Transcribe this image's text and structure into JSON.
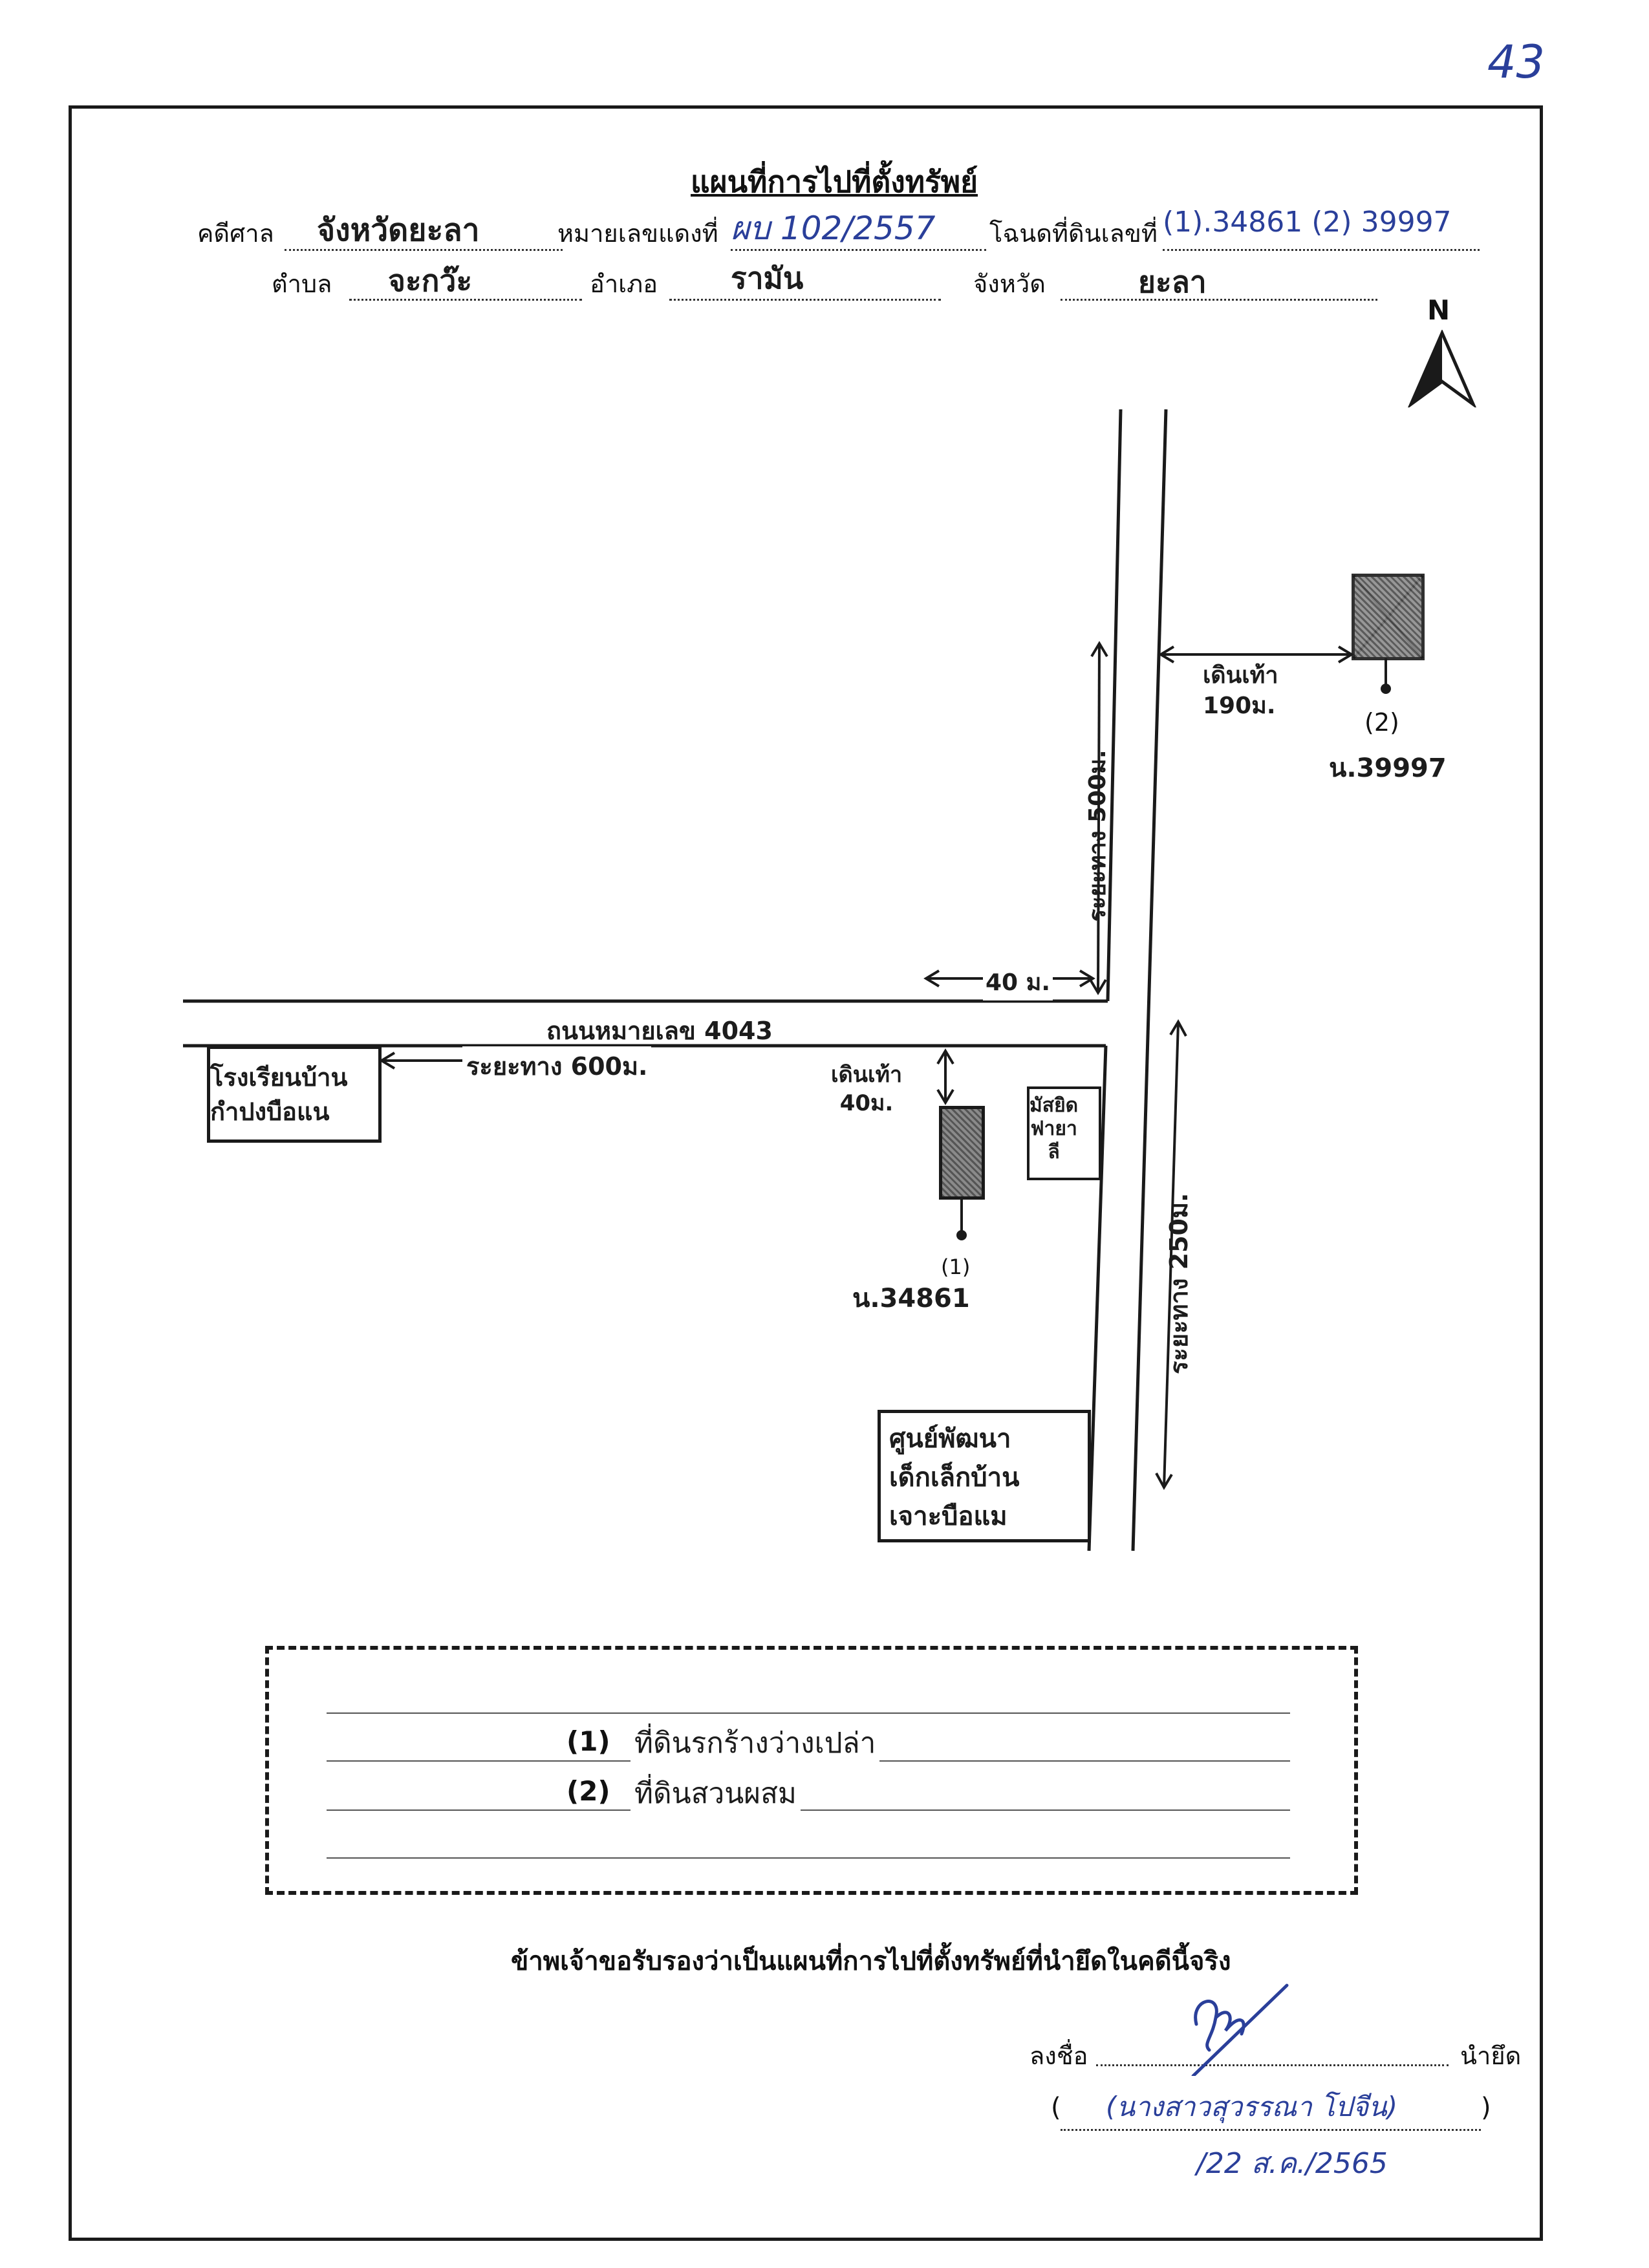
{
  "page_number": "43",
  "title": "แผนที่การไปที่ตั้งทรัพย์",
  "header": {
    "court_label": "คดีศาล",
    "court_value": "จังหวัดยะลา",
    "case_no_label": "หมายเลขแดงที่",
    "case_no_value": "ผบ 102/2557",
    "deed_label": "โฉนดที่ดินเลขที่",
    "deed_value": "(1).34861 (2) 39997",
    "subdistrict_label": "ตำบล",
    "subdistrict_value": "จะกว๊ะ",
    "district_label": "อำเภอ",
    "district_value": "รามัน",
    "province_label": "จังหวัด",
    "province_value": "ยะลา"
  },
  "map": {
    "north": "N",
    "walk_190": "เดินเท้า\n190ม.",
    "plot2_marker": "(2)",
    "plot2_deed": "น.39997",
    "dist_500": "ระยะทาง 500ม.",
    "dist_40_road": "40 ม.",
    "road_name": "ถนนหมายเลข 4043",
    "school": "โรงเรียนบ้าน\nกำปงบือแน",
    "dist_600": "ระยะทาง 600ม.",
    "walk_40": "เดินเท้า\n40ม.",
    "mosque": "มัสยิด\nฟายา\nลี",
    "plot1_marker": "(1)",
    "plot1_deed": "น.34861",
    "dist_250": "ระยะทาง 250ม.",
    "childcare": "ศูนย์พัฒนา\nเด็กเล็กบ้าน\nเจาะบือแม"
  },
  "legend": {
    "item1_no": "(1)",
    "item1_text": "ที่ดินรกร้างว่างเปล่า",
    "item2_no": "(2)",
    "item2_text": "ที่ดินสวนผสม"
  },
  "certification": "ข้าพเจ้าขอรับรองว่าเป็นแผนที่การไปที่ตั้งทรัพย์ที่นำยึดในคดีนี้จริง",
  "signature": {
    "sign_label": "ลงชื่อ",
    "role_label": "นำยึด",
    "open_paren": "(",
    "name": "(นางสาวสุวรรณา โปจีน)",
    "close_paren": ")",
    "date": "/22 ส.ค./2565"
  }
}
